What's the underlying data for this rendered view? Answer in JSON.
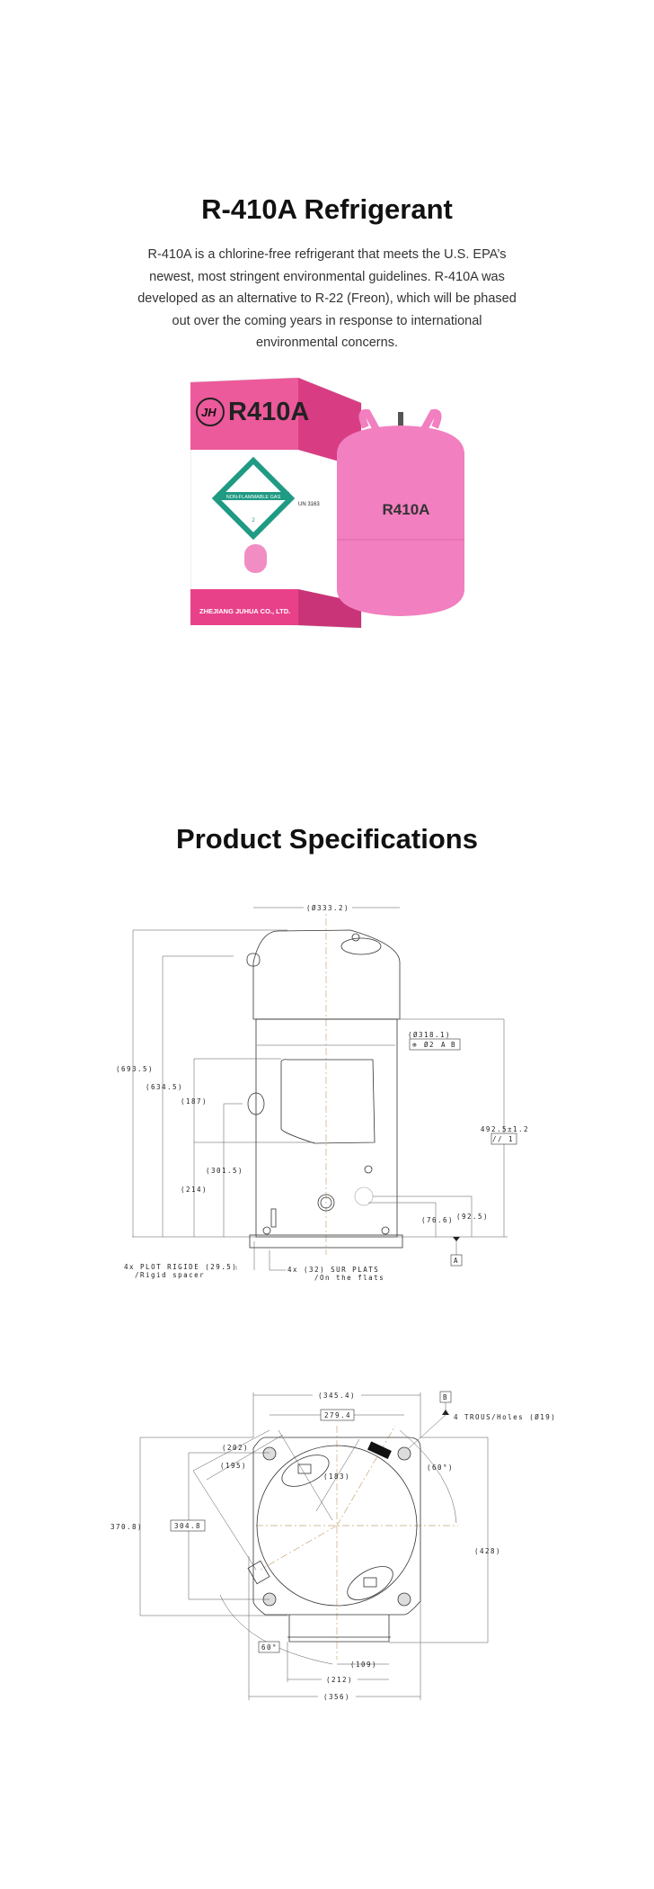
{
  "intro": {
    "title": "R-410A Refrigerant",
    "description": "R-410A is a chlorine-free refrigerant that meets the U.S. EPA’s newest, most stringent environmental guidelines. R-410A was developed as an alternative to R-22 (Freon), which will be phased out over the coming years in response to international environmental concerns."
  },
  "product_image": {
    "box_label": "R410A",
    "cylinder_label": "R410A",
    "hazard_label": "NON-FLAMMABLE GAS",
    "hazard_class": "2",
    "un_number": "UN 3163",
    "brand": "JH",
    "manufacturer": "ZHEJIANG JUHUA CO., LTD.",
    "colors": {
      "pink": "#e8418a",
      "cylinder": "#f27fc0",
      "hazard_green": "#1f9a83"
    }
  },
  "specs": {
    "title": "Product Specifications",
    "side_view": {
      "top_diameter": "(Ø333.2)",
      "shell_diameter": "(Ø318.1)",
      "position_tol": [
        "⊕",
        "Ø2",
        "A",
        "B"
      ],
      "overall_height": "(693.5)",
      "discharge_height": "(634.5)",
      "box_height": "(187)",
      "box_base": "(214)",
      "suction_height": "(301.5)",
      "shell_height": "492.5±1.2",
      "parallel_tol": [
        "//",
        "1"
      ],
      "fitting_low": "(76.6)",
      "fitting_high": "(92.5)",
      "datum_a": "A",
      "spacer_note": "4x PLOT RIGIDE (29.5)",
      "spacer_note_en": "/Rigid spacer",
      "flats_note": "4x (32) SUR PLATS",
      "flats_note_en": "/On the flats"
    },
    "top_view": {
      "overall_width": "(345.4)",
      "hole_spacing": "279.4",
      "datum_b": "B",
      "holes_note": "4 TROUS/Holes (Ø19)",
      "dim_202": "(202)",
      "dim_195": "(195)",
      "dim_183": "(183)",
      "angle_right": "(60°)",
      "overall_depth": "(370.8)",
      "hole_spacing_v": "304.8",
      "total_depth": "(428)",
      "angle_left": "60°",
      "dim_109": "(109)",
      "dim_212": "(212)",
      "dim_356": "(356)"
    }
  }
}
